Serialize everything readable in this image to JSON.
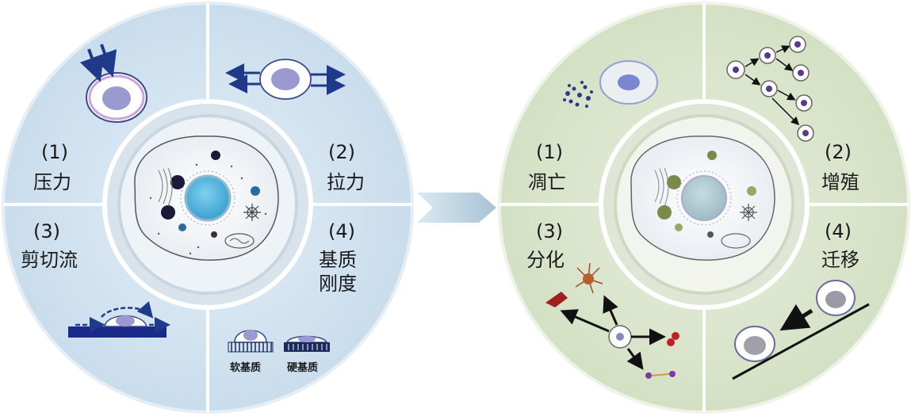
{
  "left_panel": {
    "q1": {
      "num": "(1)",
      "label": "压力"
    },
    "q2": {
      "num": "(2)",
      "label": "拉力"
    },
    "q3": {
      "num": "(3)",
      "label": "剪切流"
    },
    "q4": {
      "num": "(4)",
      "label_line1": "基质",
      "label_line2": "刚度",
      "soft": "软基质",
      "hard": "硬基质"
    }
  },
  "right_panel": {
    "q1": {
      "num": "(1)",
      "label": "凋亡"
    },
    "q2": {
      "num": "(2)",
      "label": "增殖"
    },
    "q3": {
      "num": "(3)",
      "label": "分化"
    },
    "q4": {
      "num": "(4)",
      "label": "迁移"
    }
  },
  "colors": {
    "left_bg": "#cfe1ef",
    "right_bg": "#dbe6cd",
    "arrow": "#b8cfe0",
    "dark_blue": "#1f3a8a"
  }
}
